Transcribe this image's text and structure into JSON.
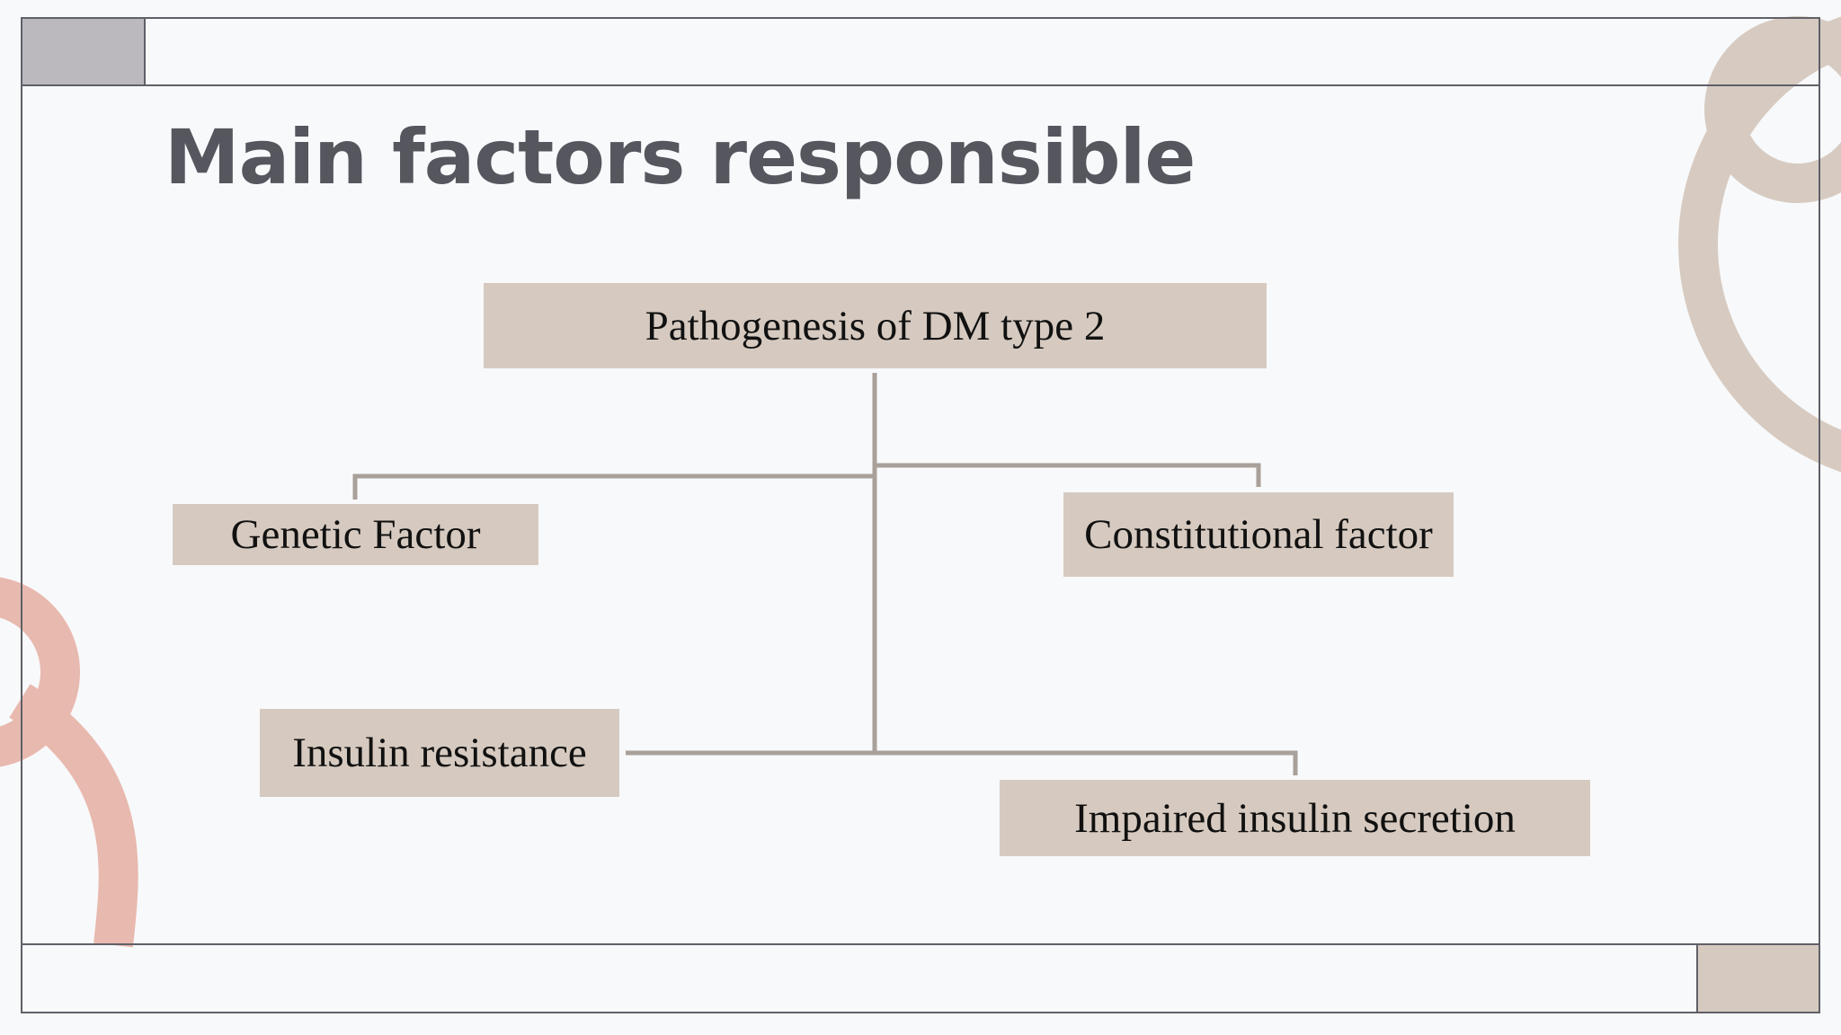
{
  "slide": {
    "title": "Main factors responsible"
  },
  "diagram": {
    "root": "Pathogenesis of DM type 2",
    "factors": [
      "Genetic Factor",
      "Constitutional factor",
      "Insulin resistance",
      "Impaired insulin secretion"
    ]
  },
  "colors": {
    "background": "#f8f9fb",
    "node_fill": "#d6cac0",
    "connector": "#a9a09a",
    "title_text": "#55565e",
    "frame_line": "#5f6068",
    "corner_grey": "#bcb9be",
    "corner_beige": "#d6cac0",
    "ring_beige": "#d7cbc1",
    "ribbon_pink": "#e8b9ae"
  }
}
